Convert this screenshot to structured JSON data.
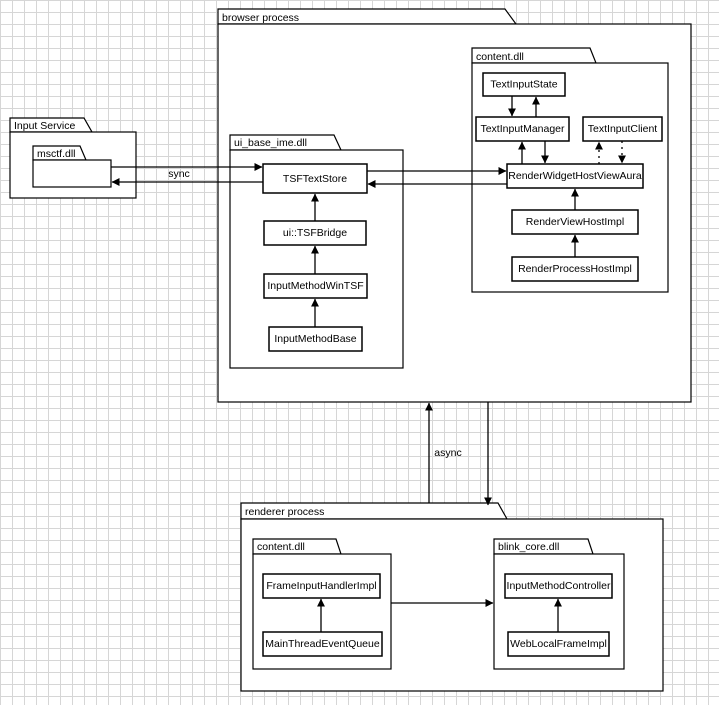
{
  "packages": {
    "input_service": "Input Service",
    "msctf": "msctf.dll",
    "browser_process": "browser process",
    "ui_base_ime": "ui_base_ime.dll",
    "browser_content": "content.dll",
    "renderer_process": "renderer process",
    "renderer_content": "content.dll",
    "blink_core": "blink_core.dll"
  },
  "nodes": {
    "tsf_text_store": "TSFTextStore",
    "tsf_bridge": "ui::TSFBridge",
    "input_method_win_tsf": "InputMethodWinTSF",
    "input_method_base": "InputMethodBase",
    "text_input_state": "TextInputState",
    "text_input_manager": "TextInputManager",
    "text_input_client": "TextInputClient",
    "render_widget_host_view_aura": "RenderWidgetHostViewAura",
    "render_view_host_impl": "RenderViewHostImpl",
    "render_process_host_impl": "RenderProcessHostImpl",
    "frame_input_handler_impl": "FrameInputHandlerImpl",
    "main_thread_event_queue": "MainThreadEventQueue",
    "input_method_controller": "InputMethodController",
    "web_local_frame_impl": "WebLocalFrameImpl"
  },
  "edge_labels": {
    "sync": "sync",
    "async": "async"
  },
  "colors": {
    "stroke": "#000000",
    "fill": "#ffffff",
    "grid": "#d6d6d6"
  }
}
